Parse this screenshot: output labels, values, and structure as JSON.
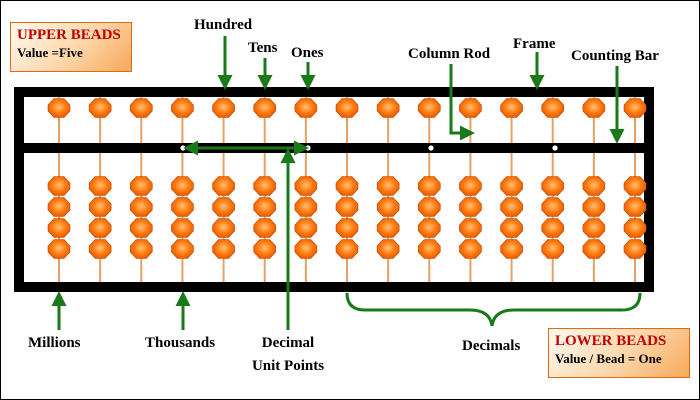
{
  "upper_beads": {
    "title": "UPPER BEADS",
    "value": "Value =Five"
  },
  "lower_beads": {
    "title": "LOWER BEADS",
    "value": "Value / Bead = One"
  },
  "labels": {
    "hundred": "Hundred",
    "tens": "Tens",
    "ones": "Ones",
    "column_rod": "Column Rod",
    "frame": "Frame",
    "counting_bar": "Counting Bar",
    "millions": "Millions",
    "thousands": "Thousands",
    "decimal_unit_points_line1": "Decimal",
    "decimal_unit_points_line2": "Unit Points",
    "decimals": "Decimals"
  },
  "colors": {
    "bead": "#ff6a00",
    "bead_highlight": "#ffb060",
    "rod": "#e8a060",
    "frame": "#000000",
    "arrow": "#1a7a1a",
    "callout_border": "#e06a12",
    "callout_title": "#c00000"
  }
}
